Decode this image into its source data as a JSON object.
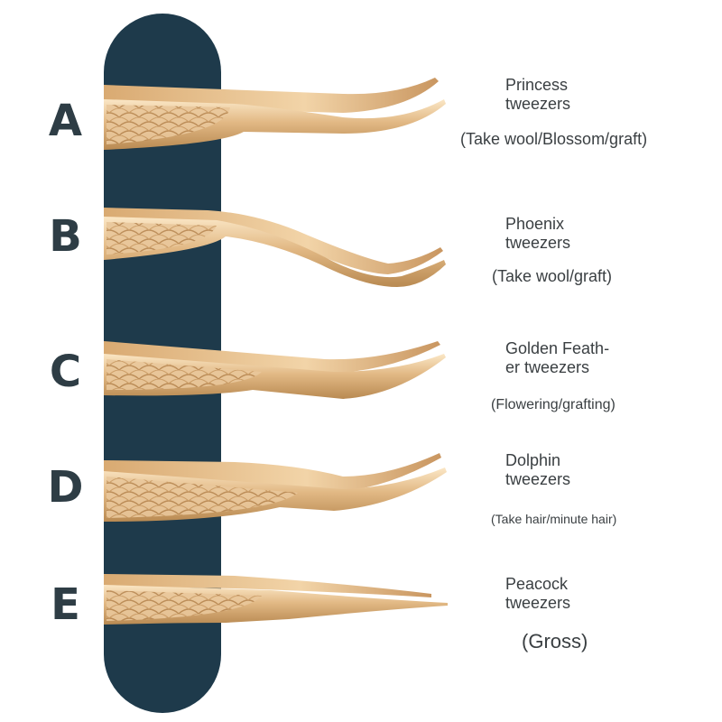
{
  "items": [
    {
      "letter": "A",
      "name": "Princess\ntweezers",
      "use": "(Take wool/Blossom/graft)"
    },
    {
      "letter": "B",
      "name": "Phoenix\ntweezers",
      "use": "(Take wool/graft)"
    },
    {
      "letter": "C",
      "name": "Golden Feath-\ner tweezers",
      "use": "(Flowering/grafting)"
    },
    {
      "letter": "D",
      "name": "Dolphin\ntweezers",
      "use": "(Take hair/minute hair)"
    },
    {
      "letter": "E",
      "name": "Peacock\ntweezers",
      "use": "(Gross)"
    }
  ],
  "colors": {
    "board": "#1e3a4b",
    "gold_light": "#f3d9b0",
    "gold_dark": "#b98a52",
    "text": "#3a3f42"
  }
}
